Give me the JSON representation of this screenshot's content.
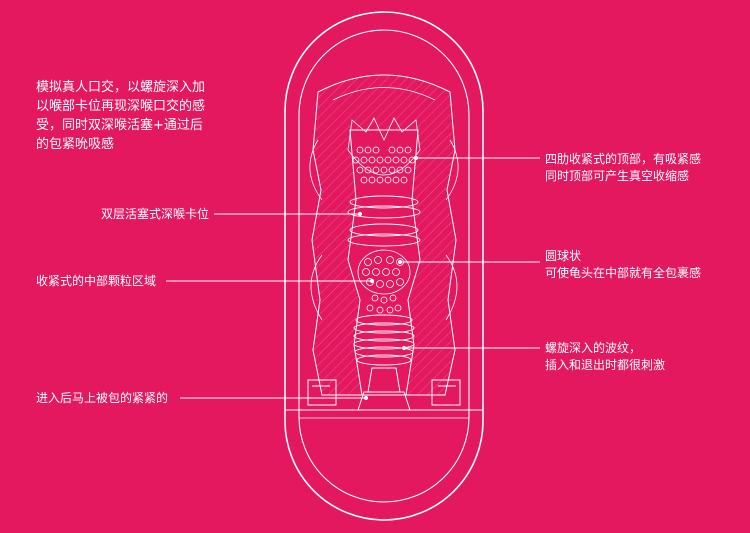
{
  "intro": {
    "line1": "模拟真人口交，以螺旋深入加",
    "line2": "以喉部卡位再现深喉口交的感",
    "line3": "受，同时双深喉活塞+通过后",
    "line4": "的包紧吮吸感"
  },
  "callouts": {
    "double_piston": "双层活塞式深喉卡位",
    "middle_zone": "收紧式的中部颗粒区域",
    "entrance": "进入后马上被包的紧紧的",
    "top_line1": "四肋收紧式的顶部，有吸紧感",
    "top_line2": "同时顶部可产生真空收缩感",
    "ball_line1": "圆球状",
    "ball_line2": "可使龟头在中部就有全包裹感",
    "spiral_line1": "螺旋深入的波纹，",
    "spiral_line2": "插入和退出时都很刺激"
  },
  "colors": {
    "background": "#e3185f",
    "line": "#ffffff",
    "text": "#ffffff"
  }
}
